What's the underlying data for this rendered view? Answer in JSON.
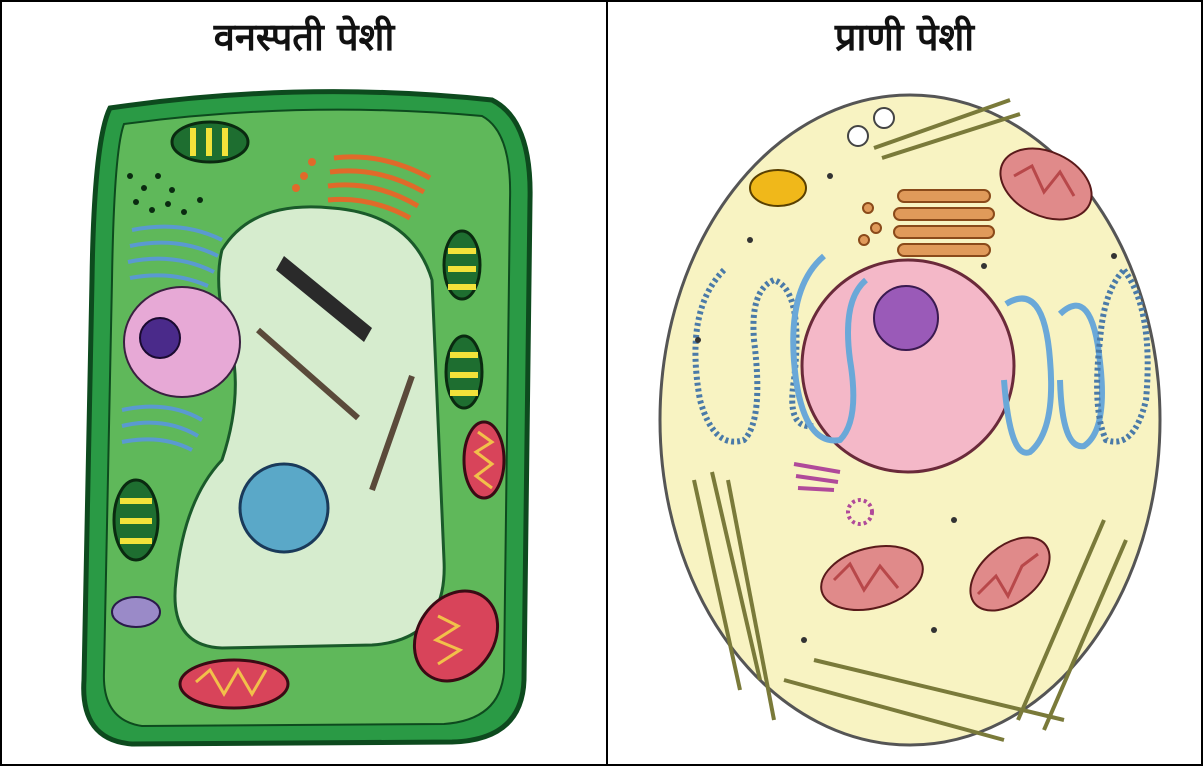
{
  "panels": [
    {
      "title": "वनस्पती पेशी",
      "image_alt": "plant-cell-diagram"
    },
    {
      "title": "प्राणी पेशी",
      "image_alt": "animal-cell-diagram"
    }
  ],
  "colors": {
    "plant_wall": "#1f8a3a",
    "plant_cytoplasm": "#5fb85a",
    "plant_vacuole": "#cfe9c6",
    "animal_cytoplasm": "#f8f3c2",
    "nucleus_pink": "#f2a9c0",
    "nucleolus_purple": "#8a4fb0",
    "golgi_orange": "#e07a3a",
    "er_blue": "#6aa8d8",
    "mitochondria_red": "#d8445a"
  }
}
